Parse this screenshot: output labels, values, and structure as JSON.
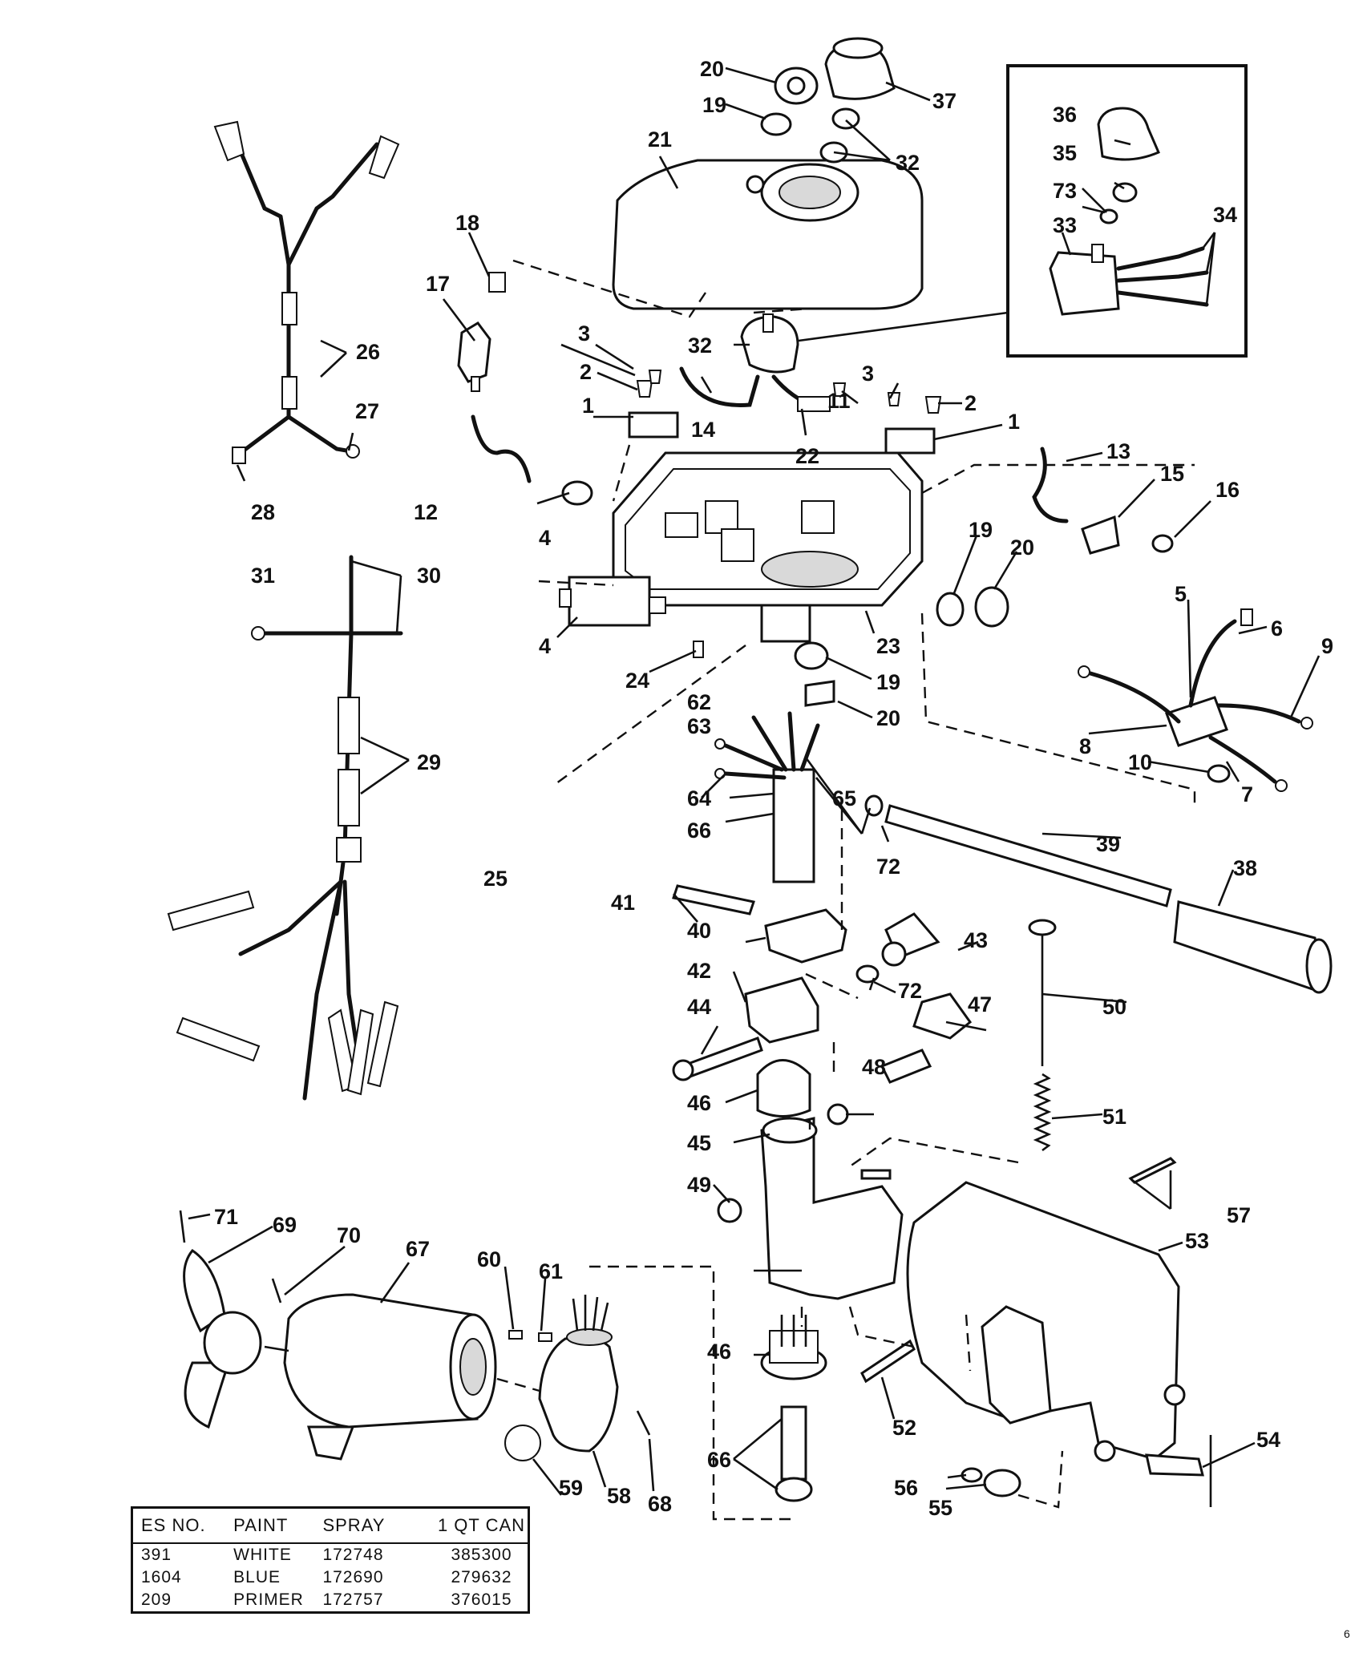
{
  "part_numbers": [
    "1",
    "2",
    "3",
    "4",
    "5",
    "6",
    "7",
    "8",
    "9",
    "10",
    "11",
    "12",
    "13",
    "14",
    "15",
    "16",
    "17",
    "18",
    "19",
    "20",
    "21",
    "22",
    "23",
    "24",
    "25",
    "26",
    "27",
    "28",
    "29",
    "30",
    "31",
    "32",
    "33",
    "34",
    "35",
    "36",
    "37",
    "38",
    "39",
    "40",
    "41",
    "42",
    "43",
    "44",
    "45",
    "46",
    "47",
    "48",
    "49",
    "50",
    "51",
    "52",
    "53",
    "54",
    "55",
    "56",
    "57",
    "58",
    "59",
    "60",
    "61",
    "62",
    "63",
    "64",
    "65",
    "66",
    "67",
    "68",
    "69",
    "70",
    "71",
    "72",
    "73"
  ],
  "labels": {
    "n1a": "1",
    "n1b": "1",
    "n2a": "2",
    "n2b": "2",
    "n3a": "3",
    "n3b": "3",
    "n4a": "4",
    "n4b": "4",
    "n5": "5",
    "n6": "6",
    "n7": "7",
    "n8": "8",
    "n9": "9",
    "n10": "10",
    "n11": "11",
    "n12": "12",
    "n13": "13",
    "n14": "14",
    "n15": "15",
    "n16": "16",
    "n17": "17",
    "n18": "18",
    "n19a": "19",
    "n19b": "19",
    "n19c": "19",
    "n20a": "20",
    "n20b": "20",
    "n20c": "20",
    "n21": "21",
    "n22": "22",
    "n23": "23",
    "n24": "24",
    "n25": "25",
    "n26": "26",
    "n27": "27",
    "n28": "28",
    "n29": "29",
    "n30": "30",
    "n31": "31",
    "n32a": "32",
    "n32b": "32",
    "n33": "33",
    "n34": "34",
    "n35": "35",
    "n36": "36",
    "n37": "37",
    "n38": "38",
    "n39": "39",
    "n40": "40",
    "n41": "41",
    "n42": "42",
    "n43": "43",
    "n44": "44",
    "n45": "45",
    "n46a": "46",
    "n46b": "46",
    "n47": "47",
    "n48": "48",
    "n49": "49",
    "n50": "50",
    "n51": "51",
    "n52": "52",
    "n53": "53",
    "n54": "54",
    "n55": "55",
    "n56": "56",
    "n57": "57",
    "n58": "58",
    "n59": "59",
    "n60": "60",
    "n61": "61",
    "n62": "62",
    "n63": "63",
    "n64": "64",
    "n65": "65",
    "n66a": "66",
    "n66b": "66",
    "n67": "67",
    "n68": "68",
    "n69": "69",
    "n70": "70",
    "n71": "71",
    "n72a": "72",
    "n72b": "72",
    "n73": "73"
  },
  "paint_table": {
    "headers": [
      "ES NO.",
      "PAINT",
      "SPRAY",
      "1 QT CAN"
    ],
    "rows": [
      [
        "391",
        "WHITE",
        "172748",
        "385300"
      ],
      [
        "1604",
        "BLUE",
        "172690",
        "279632"
      ],
      [
        "209",
        "PRIMER",
        "172757",
        "376015"
      ]
    ]
  },
  "page_id": "6"
}
